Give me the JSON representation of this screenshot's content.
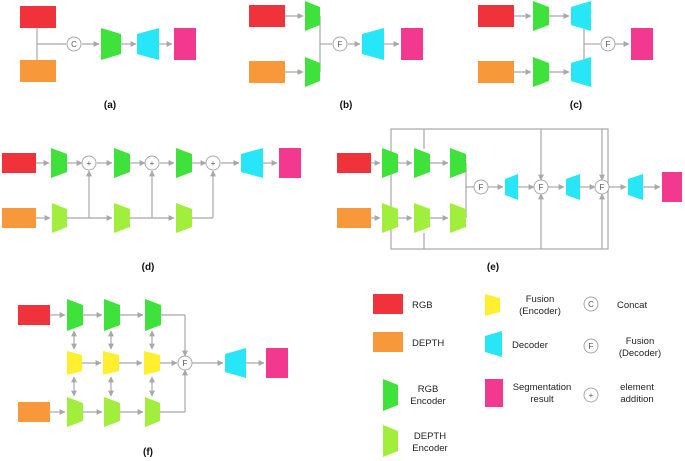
{
  "colors": {
    "rgb": "#f0333b",
    "depth": "#f7983a",
    "rgb_encoder": "#3fe23a",
    "depth_encoder": "#a2ee3c",
    "fusion_encoder": "#ffef2e",
    "decoder": "#27e6f7",
    "segmentation": "#f2388f",
    "line": "#a8a8a8"
  },
  "panels": {
    "a": "(a)",
    "b": "(b)",
    "c": "(c)",
    "d": "(d)",
    "e": "(e)",
    "f": "(f)"
  },
  "symbols": {
    "concat": "C",
    "fusion": "F",
    "add": "+"
  },
  "legend": {
    "rgb": "RGB",
    "depth": "DEPTH",
    "rgb_encoder_1": "RGB",
    "rgb_encoder_2": "Encoder",
    "depth_encoder_1": "DEPTH",
    "depth_encoder_2": "Encoder",
    "fusion_encoder_1": "Fusion",
    "fusion_encoder_2": "(Encoder)",
    "decoder": "Decoder",
    "segmentation_1": "Segmentation",
    "segmentation_2": "result",
    "concat": "Concat",
    "fusion_decoder_1": "Fusion",
    "fusion_decoder_2": "(Decoder)",
    "add_1": "element",
    "add_2": "addition"
  }
}
